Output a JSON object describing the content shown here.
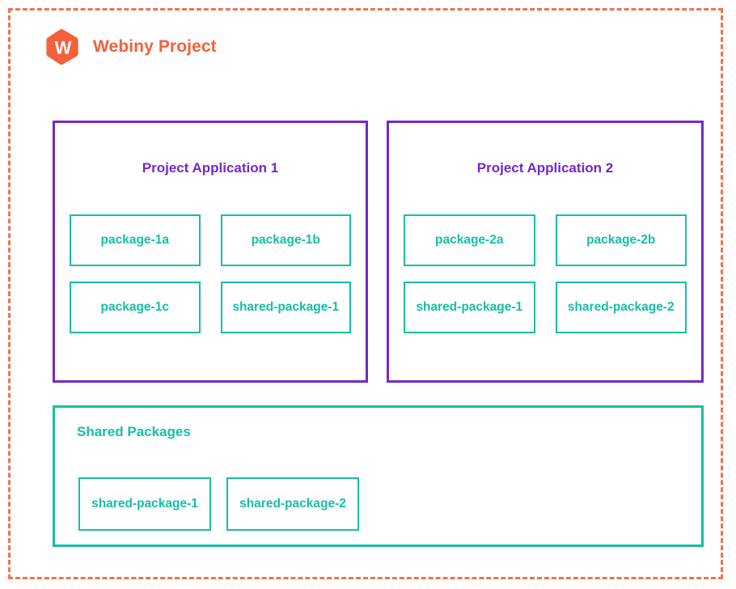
{
  "frame": {
    "border_color": "#F4714A",
    "style": "dashed"
  },
  "header": {
    "logo_icon": "webiny-hexagon-w-logo",
    "logo_letter": "W",
    "title": "Webiny Project",
    "accent_color": "#F4603C"
  },
  "palette": {
    "orange": "#F4603C",
    "purple": "#7328CE",
    "teal": "#16BFA3"
  },
  "applications": [
    {
      "title": "Project Application 1",
      "rows": [
        [
          {
            "label": "package-1a"
          },
          {
            "label": "package-1b"
          }
        ],
        [
          {
            "label": "package-1c"
          },
          {
            "label": "shared-package-1"
          }
        ]
      ]
    },
    {
      "title": "Project Application 2",
      "rows": [
        [
          {
            "label": "package-2a"
          },
          {
            "label": "package-2b"
          }
        ],
        [
          {
            "label": "shared-package-1"
          },
          {
            "label": "shared-package-2"
          }
        ]
      ]
    }
  ],
  "shared": {
    "title": "Shared Packages",
    "packages": [
      {
        "label": "shared-package-1"
      },
      {
        "label": "shared-package-2"
      }
    ]
  }
}
